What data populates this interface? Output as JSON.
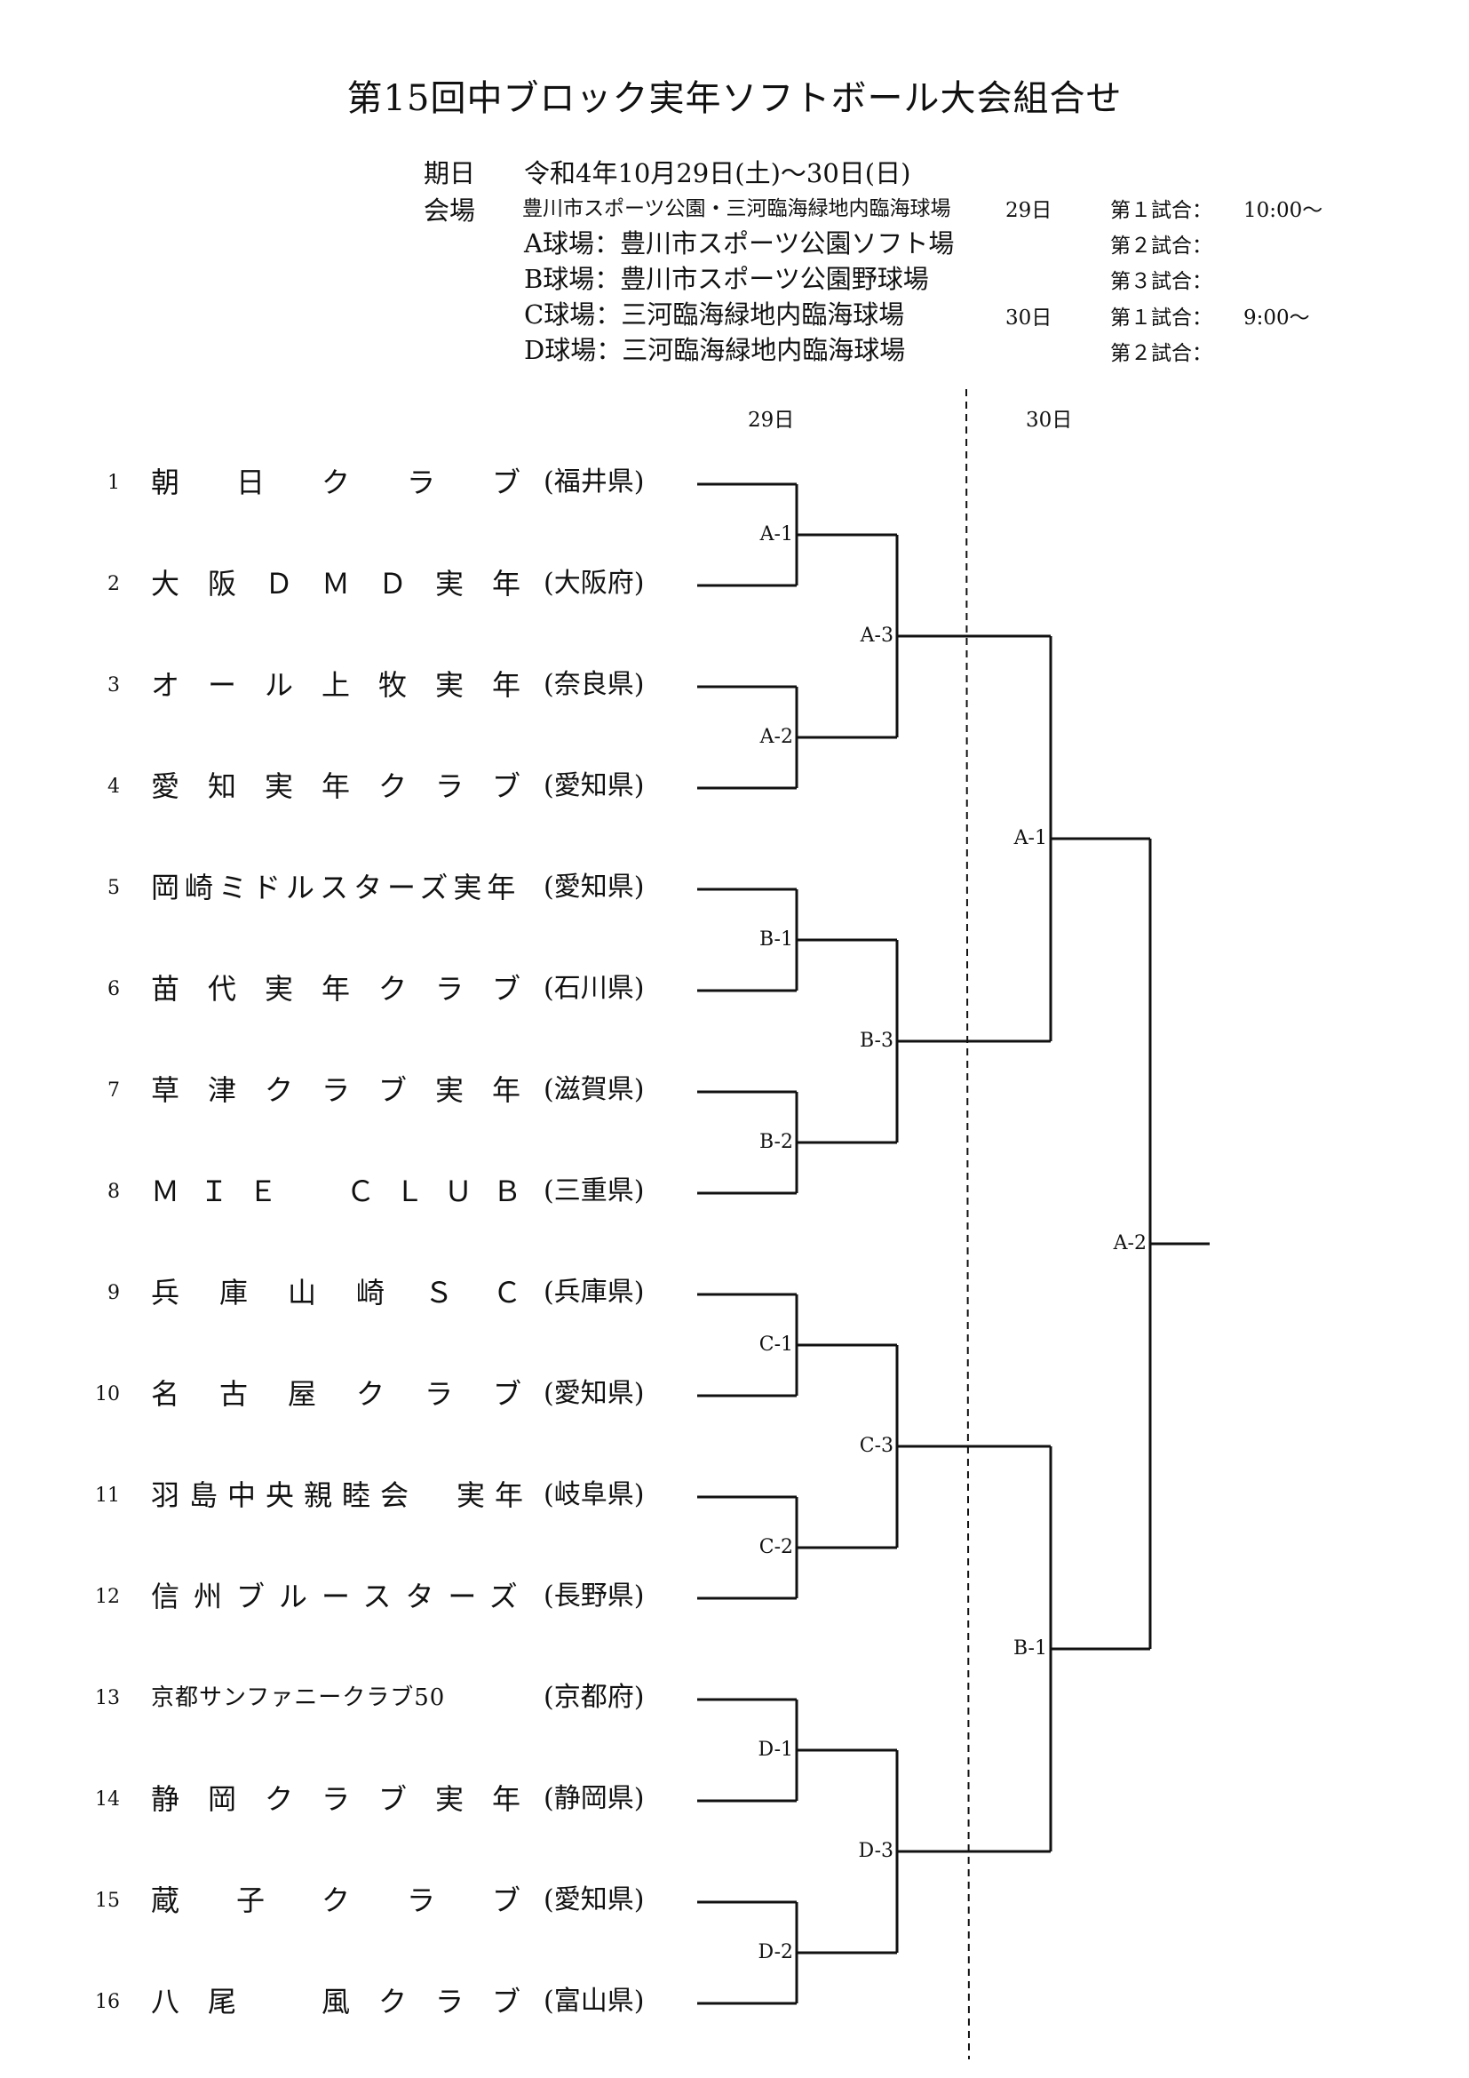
{
  "title": "第15回中ブロック実年ソフトボール大会組合せ",
  "schedule": {
    "date_label": "期日",
    "date_value": "令和4年10月29日(土)～30日(日)",
    "venue_label": "会場",
    "venue_main": "豊川市スポーツ公園・三河臨海緑地内臨海球場",
    "fields": [
      "A球場：豊川市スポーツ公園ソフト場",
      "B球場：豊川市スポーツ公園野球場",
      "C球場：三河臨海緑地内臨海球場",
      "D球場：三河臨海緑地内臨海球場"
    ],
    "day29": "29日",
    "day30": "30日",
    "times": [
      {
        "label": "第１試合：",
        "time": "10:00～"
      },
      {
        "label": "第２試合：",
        "time": ""
      },
      {
        "label": "第３試合：",
        "time": ""
      },
      {
        "label": "第１試合：",
        "time": "9:00～"
      },
      {
        "label": "第２試合：",
        "time": ""
      }
    ]
  },
  "bracket": {
    "col_day29": "29日",
    "col_day30": "30日",
    "teams": [
      {
        "num": "1",
        "name": "朝　日　ク　ラ　ブ",
        "pref": "(福井県)"
      },
      {
        "num": "2",
        "name": "大阪ＤＭＤ実年",
        "pref": "(大阪府)"
      },
      {
        "num": "3",
        "name": "オール上牧実年",
        "pref": "(奈良県)"
      },
      {
        "num": "4",
        "name": "愛知実年クラブ",
        "pref": "(愛知県)"
      },
      {
        "num": "5",
        "name": "岡崎ミドルスターズ実年",
        "pref": "(愛知県)"
      },
      {
        "num": "6",
        "name": "苗代実年クラブ",
        "pref": "(石川県)"
      },
      {
        "num": "7",
        "name": "草津クラブ実年",
        "pref": "(滋賀県)"
      },
      {
        "num": "8",
        "name": "ＭＩＥ　ＣＬＵＢ",
        "pref": "(三重県)"
      },
      {
        "num": "9",
        "name": "兵庫山崎ＳＣ",
        "pref": "(兵庫県)"
      },
      {
        "num": "10",
        "name": "名古屋クラブ",
        "pref": "(愛知県)"
      },
      {
        "num": "11",
        "name": "羽島中央親睦会　実年",
        "pref": "(岐阜県)"
      },
      {
        "num": "12",
        "name": "信州ブルースターズ",
        "pref": "(長野県)"
      },
      {
        "num": "13",
        "name": "京都サンファニークラブ50",
        "pref": "(京都府)"
      },
      {
        "num": "14",
        "name": "静岡クラブ実年",
        "pref": "(静岡県)"
      },
      {
        "num": "15",
        "name": "蔵　子　ク　ラ　ブ",
        "pref": "(愛知県)"
      },
      {
        "num": "16",
        "name": "八尾　風クラブ",
        "pref": "(富山県)"
      }
    ],
    "matches_r1": [
      "A-1",
      "A-2",
      "B-1",
      "B-2",
      "C-1",
      "C-2",
      "D-1",
      "D-2"
    ],
    "matches_r2": [
      "A-3",
      "B-3",
      "C-3",
      "D-3"
    ],
    "matches_r3": [
      "A-1",
      "B-1"
    ],
    "matches_final": [
      "A-2"
    ]
  }
}
